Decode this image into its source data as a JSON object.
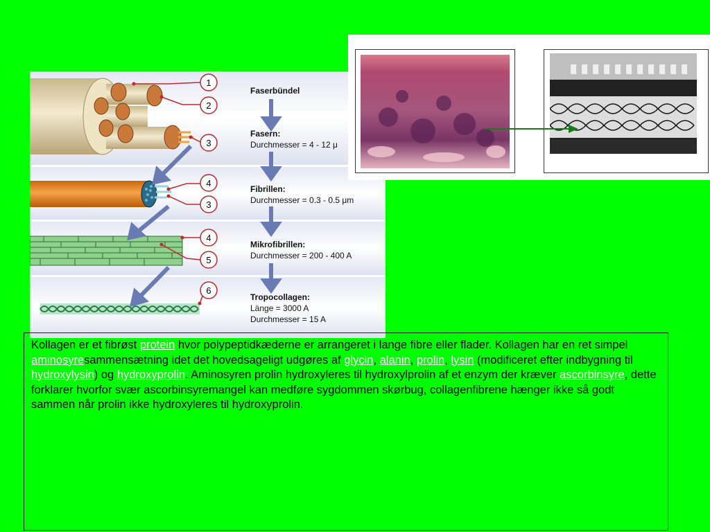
{
  "diagram": {
    "markers": [
      "1",
      "2",
      "3",
      "4",
      "3",
      "4",
      "5",
      "6"
    ],
    "levels": [
      {
        "title": "Faserbündel",
        "detail": ""
      },
      {
        "title": "Fasern:",
        "detail": "Durchmesser = 4 - 12 μ"
      },
      {
        "title": "Fibrillen:",
        "detail": "Durchmesser = 0.3 - 0.5 μm"
      },
      {
        "title": "Mikrofibrillen:",
        "detail": "Durchmesser = 200 - 400 A"
      },
      {
        "title": "Tropocollagen:",
        "detail": "Länge = 3000 A",
        "detail2": "Durchmesser = 15 A"
      }
    ]
  },
  "colors": {
    "background": "#00ff00",
    "link": "#ffffff",
    "arrow": "#1a7a1a",
    "diagram_arrow": "#6a7bb3"
  },
  "text": {
    "s1": "Kollagen er et fibrøst ",
    "l1": "protein",
    "s2": " hvor polypeptidkæderne er arrangeret i lange fibre eller flader. Kollagen har en ret simpel ",
    "l2": "aminosyre",
    "s3": "sammensætning idet det hovedsageligt udgøres af ",
    "l3": "glycin",
    "s4": ", ",
    "l4": "alanin",
    "s5": ", ",
    "l5": "prolin",
    "s6": ", ",
    "l6": "lysin",
    "s7": " (modificeret efter indbygning til ",
    "l7": "hydroxylysin",
    "s8": ") og ",
    "l8": "hydroxyprolin",
    "s9": ". Aminosyren prolin hydroxyleres til hydroxylprolin af et enzym der kræver ",
    "l9": "ascorbinsyre",
    "s10": ", dette forklarer hvorfor svær ascorbinsyremangel kan medføre sygdommen skørbug, collagenfibrene hænger ikke så godt sammen når prolin ikke hydroxyleres til hydroxyprolin."
  }
}
